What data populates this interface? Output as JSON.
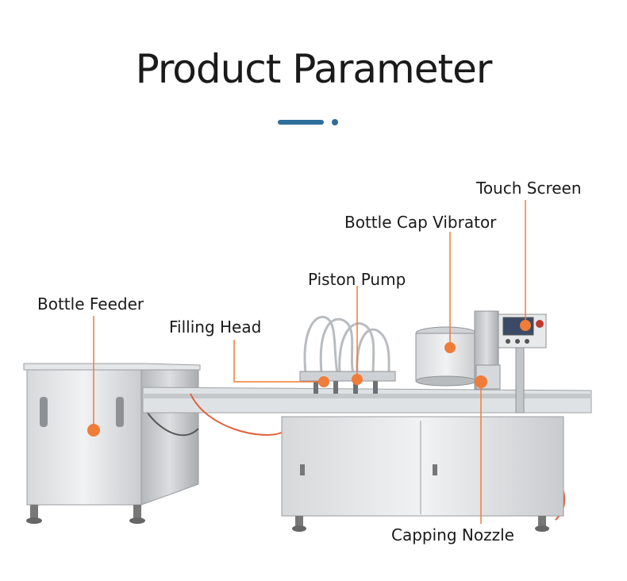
{
  "page": {
    "title": "Product Parameter",
    "accent_color": "#2e6e9a",
    "marker_color": "#f07c3a"
  },
  "labels": {
    "touch_screen": "Touch Screen",
    "bottle_cap_vibrator": "Bottle Cap Vibrator",
    "piston_pump": "Piston Pump",
    "bottle_feeder": "Bottle Feeder",
    "filling_head": "Filling Head",
    "capping_nozzle": "Capping Nozzle"
  }
}
